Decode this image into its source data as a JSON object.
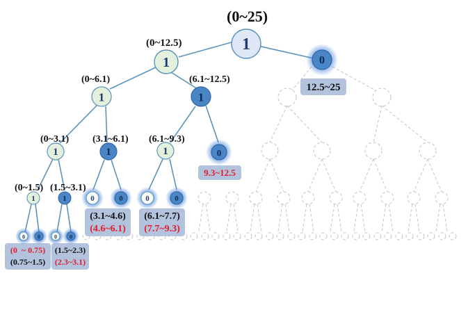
{
  "ranges": {
    "root": "(0~25)",
    "n_0_125": "(0~12.5)",
    "n_0_61": "(0~6.1)",
    "n_61_125": "(6.1~12.5)",
    "n_0_31": "(0~3.1)",
    "n_31_61": "(3.1~6.1)",
    "n_61_93": "(6.1~9.3)",
    "n_0_15": "(0~1.5)",
    "n_15_31": "(1.5~3.1)"
  },
  "results": {
    "r_125_25": "12.5~25",
    "r_93_125": "9.3~12.5",
    "r_31_46": "(3.1~4.6)",
    "r_46_61": "(4.6~6.1)",
    "r_61_77": "(6.1~7.7)",
    "r_77_93": "(7.7~9.3)",
    "r_0_075": "(0  ~ 0.75)",
    "r_075_15": "(0.75~1.5)",
    "r_15_23": "(1.5~2.3)",
    "r_23_31": "(2.3~3.1)"
  },
  "node_values": {
    "root": "1",
    "n_0_125": "1",
    "n_125_25": "0",
    "n_0_61": "1",
    "n_61_125": "1",
    "n_0_31": "1",
    "n_31_61": "1",
    "n_61_93": "1",
    "n_93_125": "0",
    "n_0_15": "1",
    "n_15_31": "1",
    "n_31_46": "0",
    "n_46_61": "0",
    "n_61_77": "0",
    "n_77_93": "0",
    "n_0_075": "0",
    "n_075_15": "0",
    "n_15_23": "0",
    "n_23_31": "0"
  },
  "colors": {
    "edge": "#5b93bd",
    "node_light": "#e3f1dc",
    "node_dark": "#4a86c5",
    "node_root": "#dfe8f7",
    "node_white": "#f7fbf4",
    "ghost": "#c9c9c9",
    "result_box": "#b3c3dd",
    "red_text": "#e01e2a"
  }
}
